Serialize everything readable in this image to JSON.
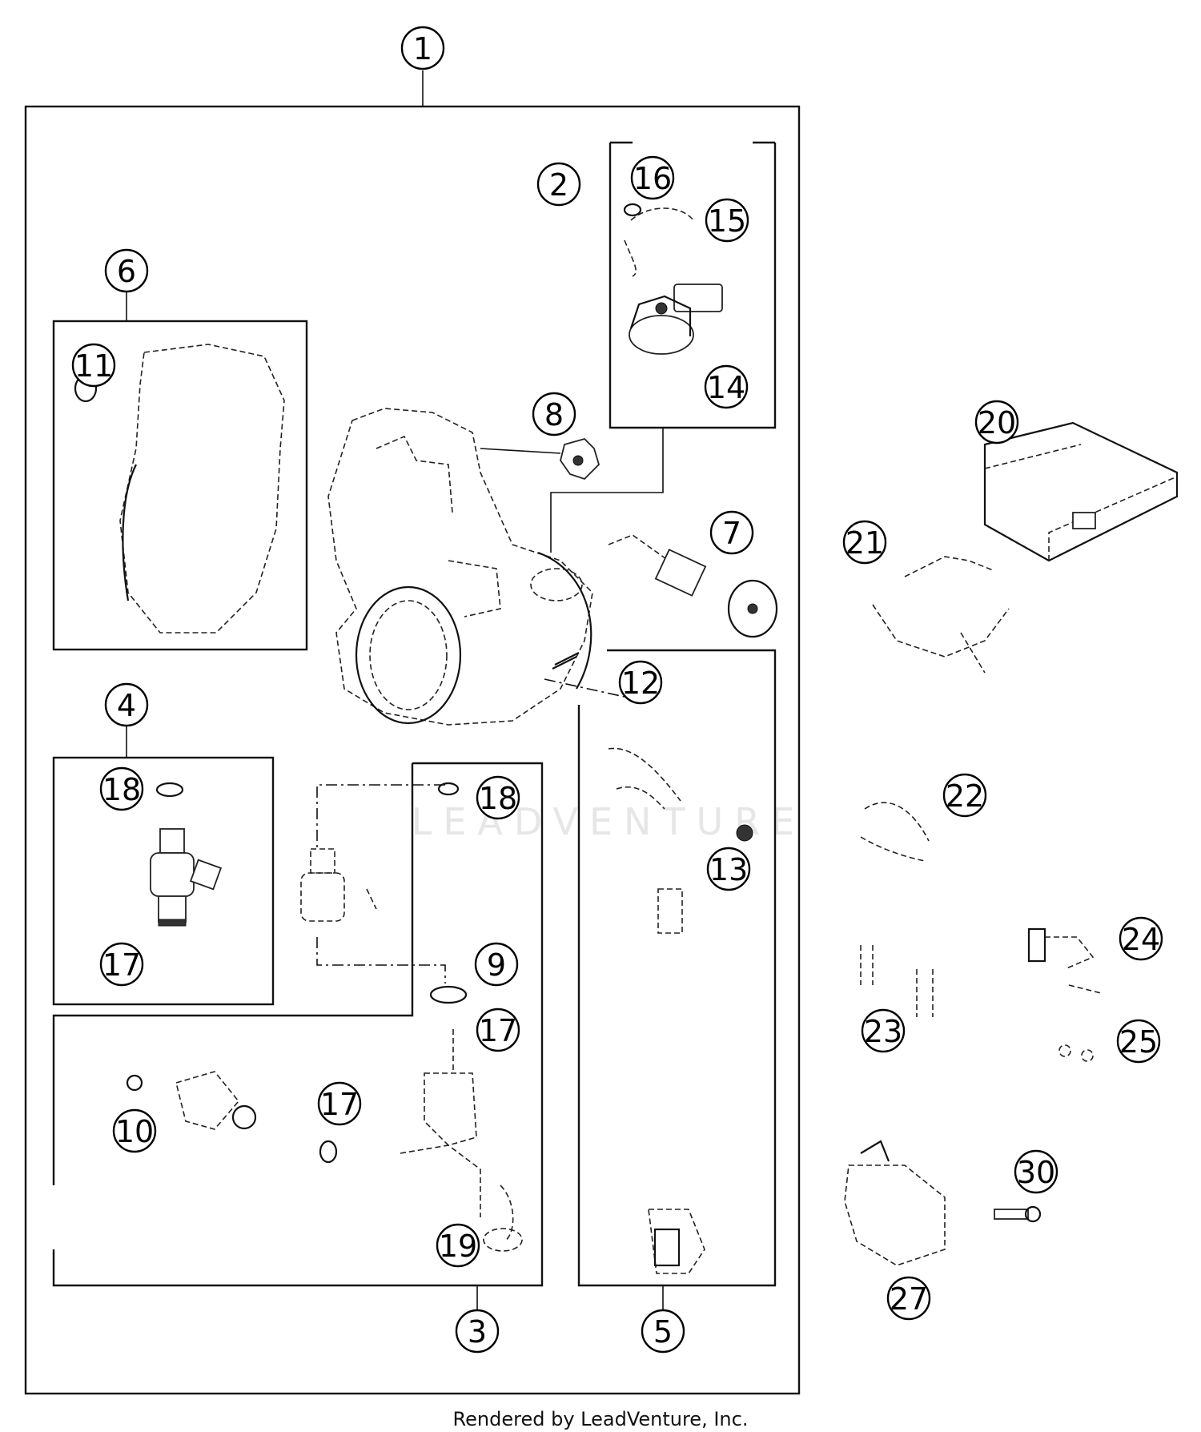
{
  "credit": "Rendered by LeadVenture, Inc.",
  "watermark": "LEADVENTURE",
  "callouts": {
    "c1": "1",
    "c2": "2",
    "c3": "3",
    "c4": "4",
    "c5": "5",
    "c6": "6",
    "c7": "7",
    "c8": "8",
    "c9": "9",
    "c10": "10",
    "c11": "11",
    "c12": "12",
    "c13": "13",
    "c14": "14",
    "c15": "15",
    "c16": "16",
    "c17a": "17",
    "c17b": "17",
    "c17c": "17",
    "c18a": "18",
    "c18b": "18",
    "c19": "19",
    "c20": "20",
    "c21": "21",
    "c22": "22",
    "c23": "23",
    "c24": "24",
    "c25": "25",
    "c27": "27",
    "c30": "30"
  }
}
